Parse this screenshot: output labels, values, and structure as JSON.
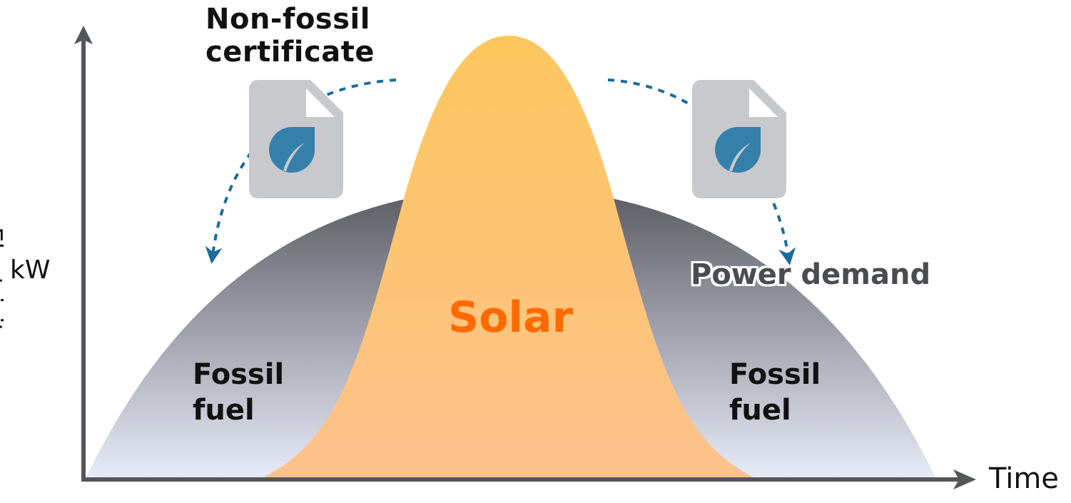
{
  "title": [
    "Non-fossil",
    "certificate"
  ],
  "axes": {
    "y_label": [
      "Electricity",
      "consumption"
    ],
    "y_unit": "kW",
    "x_label": "Time"
  },
  "regions": {
    "solar": "Solar",
    "fossil_left": [
      "Fossil",
      "fuel"
    ],
    "fossil_right": [
      "Fossil",
      "fuel"
    ],
    "power_demand": "Power demand"
  },
  "icons": {
    "left": "certificate-leaf-icon",
    "right": "certificate-leaf-icon"
  },
  "colors": {
    "axis": "#55555c",
    "demand_top": "#5a5a61",
    "demand_bottom": "#e8ecf8",
    "solar_top": "#fdc75e",
    "solar_bottom": "#fdc28c",
    "solar_text": "#ff6a00",
    "arrow": "#1a6b9c",
    "doc": "#c8c9cd",
    "leaf": "#3580ab"
  }
}
